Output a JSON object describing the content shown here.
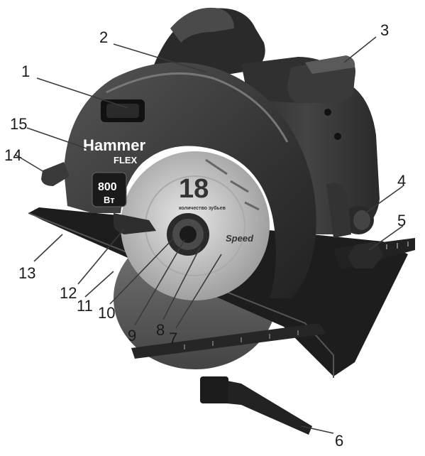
{
  "product": {
    "brand": "Hammer",
    "model": "FLEX",
    "power_value": "800",
    "power_unit": "Вт",
    "blade_text": "18",
    "blade_sub": "количество зубьев",
    "blade_logo": "Speed"
  },
  "callouts": [
    {
      "id": 1,
      "label": "1"
    },
    {
      "id": 2,
      "label": "2"
    },
    {
      "id": 3,
      "label": "3"
    },
    {
      "id": 4,
      "label": "4"
    },
    {
      "id": 5,
      "label": "5"
    },
    {
      "id": 6,
      "label": "6"
    },
    {
      "id": 7,
      "label": "7"
    },
    {
      "id": 8,
      "label": "8"
    },
    {
      "id": 9,
      "label": "9"
    },
    {
      "id": 10,
      "label": "10"
    },
    {
      "id": 11,
      "label": "11"
    },
    {
      "id": 12,
      "label": "12"
    },
    {
      "id": 13,
      "label": "13"
    },
    {
      "id": 14,
      "label": "14"
    },
    {
      "id": 15,
      "label": "15"
    }
  ],
  "colors": {
    "body_dark": "#2b2b2b",
    "body_mid": "#3d3d3d",
    "body_light": "#5a5a5a",
    "blade": "#c8c8c8",
    "base_plate": "#1c1c1c"
  }
}
